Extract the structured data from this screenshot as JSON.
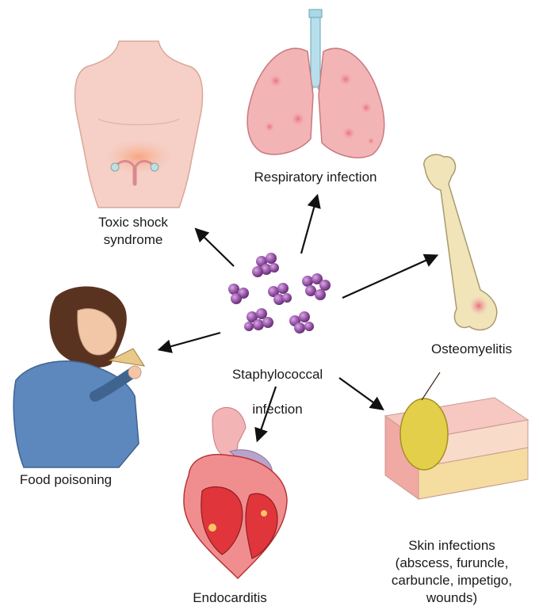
{
  "center": {
    "line1": "Staphylococcal",
    "line2": "infection"
  },
  "labels": {
    "toxic_shock": "Toxic shock\nsyndrome",
    "respiratory": "Respiratory infection",
    "osteomyelitis": "Osteomyelitis",
    "food_poisoning": "Food poisoning",
    "endocarditis": "Endocarditis",
    "skin": "Skin infections\n(abscess, furuncle,\ncarbuncle, impetigo,\nwounds)"
  },
  "colors": {
    "bacteria": "#8e4a9e",
    "skin_tone": "#f6cfc6",
    "lung": "#f3b4b6",
    "heart": "#e0353a",
    "bone": "#f1e4b8",
    "shirt": "#5d88bd",
    "hair": "#5a3320",
    "abscess": "#e3cf4a",
    "arrow": "#111111"
  }
}
